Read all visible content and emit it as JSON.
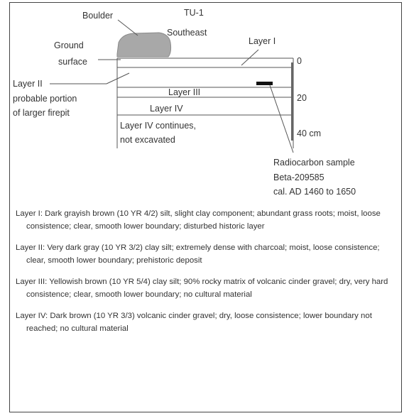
{
  "diagram": {
    "unit_title": "TU-1",
    "unit_subtitle": "Southeast",
    "boulder_label": "Boulder",
    "ground_label_1": "Ground",
    "ground_label_2": "surface",
    "layer1_label": "Layer I",
    "layer2_label_1": "Layer II",
    "layer2_label_2": "probable portion",
    "layer2_label_3": "of larger firepit",
    "layer3_label": "Layer III",
    "layer4_label": "Layer IV",
    "continues_1": "Layer IV continues,",
    "continues_2": "not excavated",
    "scale_0": "0",
    "scale_20": "20",
    "scale_40": "40 cm",
    "sample_1": "Radiocarbon sample",
    "sample_2": "Beta-209585",
    "sample_3": "cal. AD 1460 to 1650",
    "colors": {
      "boulder": "#a8a8a8",
      "lines": "#555555",
      "text": "#333333"
    }
  },
  "descriptions": [
    {
      "text": "Layer I: Dark grayish brown (10 YR 4/2) silt, slight clay component; abundant grass roots; moist, loose consistence; clear, smooth lower boundary; disturbed historic layer"
    },
    {
      "text": "Layer II: Very dark gray (10 YR 3/2) clay silt; extremely dense with charcoal; moist, loose consistence; clear, smooth lower boundary; prehistoric deposit"
    },
    {
      "text": "Layer III: Yellowish brown (10 YR 5/4) clay silt; 90% rocky matrix of volcanic cinder gravel; dry, very hard consistence; clear, smooth lower boundary; no cultural material"
    },
    {
      "text": "Layer IV: Dark brown (10 YR 3/3) volcanic cinder gravel; dry, loose consistence; lower boundary not reached; no cultural material"
    }
  ]
}
